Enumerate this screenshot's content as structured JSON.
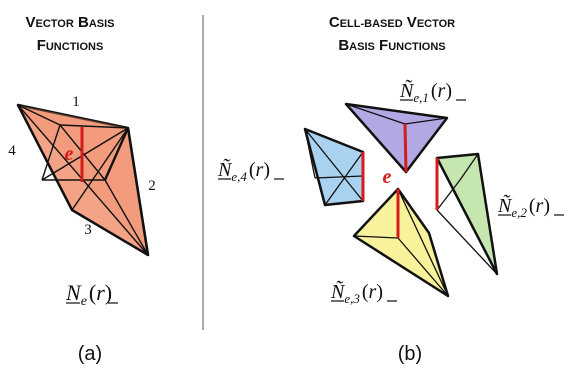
{
  "panel_a": {
    "title_line1": "Vector Basis",
    "title_line2": "Functions",
    "edge_numbers": [
      "1",
      "2",
      "3",
      "4"
    ],
    "edge_label": "e",
    "function_symbol": "N",
    "function_subscript": "e",
    "function_argument": "r",
    "caption": "(a)"
  },
  "panel_b": {
    "title_line1": "Cell-Based Vector",
    "title_line2": "Basis Functions",
    "edge_label": "e",
    "functions": [
      {
        "symbol": "Ñ",
        "subscript": "e,1",
        "argument": "r"
      },
      {
        "symbol": "Ñ",
        "subscript": "e,2",
        "argument": "r"
      },
      {
        "symbol": "Ñ",
        "subscript": "e,3",
        "argument": "r"
      },
      {
        "symbol": "Ñ",
        "subscript": "e,4",
        "argument": "r"
      }
    ],
    "caption": "(b)"
  },
  "colors": {
    "panel_a_fill": "#f4a486",
    "cell_1_fill": "#b4a8e4",
    "cell_2_fill": "#c6e6b0",
    "cell_3_fill": "#f8f29c",
    "cell_4_fill": "#a8d2f0",
    "shared_edge": "#d41c1c",
    "divider": "#555555"
  }
}
